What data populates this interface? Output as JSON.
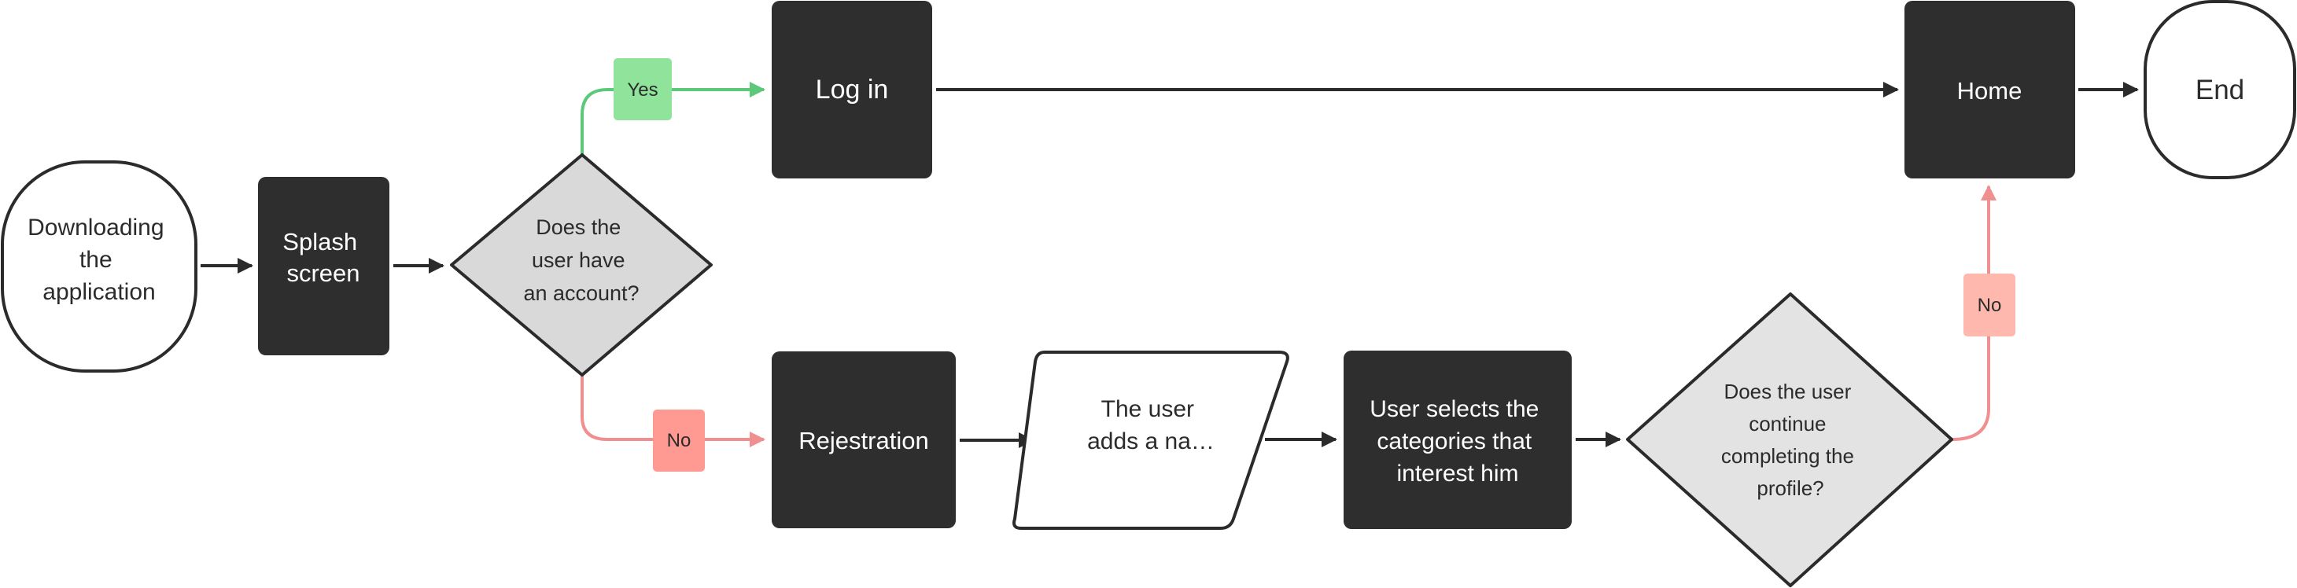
{
  "colors": {
    "dark_node": "#2e2e2e",
    "decision_fill": "#d9d9d9",
    "decision_fill_2": "#e3e3e3",
    "stroke": "#2b2b2b",
    "yes_line": "#5cc97a",
    "yes_badge": "#8fe39a",
    "no_line": "#f08f8f",
    "no_badge": "#ff9a92",
    "no_badge_2": "#ffb8ad"
  },
  "nodes": {
    "download": {
      "lines": [
        "Downloading",
        "the",
        "application"
      ]
    },
    "splash": {
      "lines": [
        "Splash",
        "screen"
      ]
    },
    "decision_account": {
      "lines": [
        "Does the",
        "user have",
        "an account?"
      ]
    },
    "login": {
      "lines": [
        "Log in"
      ]
    },
    "home": {
      "lines": [
        "Home"
      ]
    },
    "end": {
      "lines": [
        "End"
      ]
    },
    "registration": {
      "lines": [
        "Rejestration"
      ]
    },
    "add_name": {
      "lines": [
        "The user",
        "adds a na…"
      ]
    },
    "categories": {
      "lines": [
        "User selects the",
        "categories that",
        "interest him"
      ]
    },
    "decision_profile": {
      "lines": [
        "Does the user",
        "continue",
        "completing the",
        "profile?"
      ]
    }
  },
  "badges": {
    "yes": "Yes",
    "no_registration": "No",
    "no_home": "No"
  }
}
